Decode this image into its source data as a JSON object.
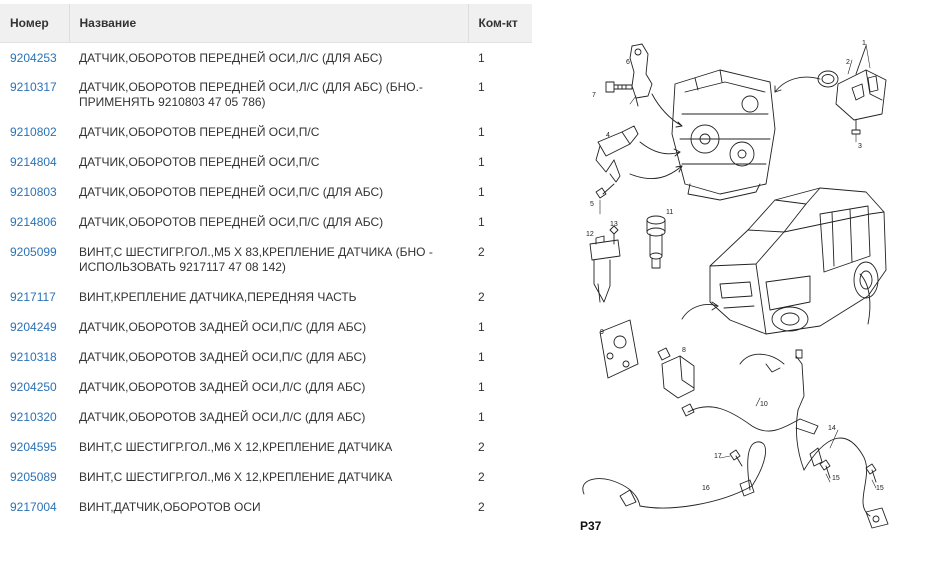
{
  "table": {
    "headers": {
      "number": "Номер",
      "name": "Название",
      "qty": "Ком-кт"
    },
    "rows": [
      {
        "number": "9204253",
        "name": "ДАТЧИК,ОБОРОТОВ ПЕРЕДНЕЙ ОСИ,Л/С (ДЛЯ АБС)",
        "qty": "1"
      },
      {
        "number": "9210317",
        "name": "ДАТЧИК,ОБОРОТОВ ПЕРЕДНЕЙ ОСИ,Л/С (ДЛЯ АБС) (БНО.-ПРИМЕНЯТЬ 9210803 47 05 786)",
        "qty": "1"
      },
      {
        "number": "9210802",
        "name": "ДАТЧИК,ОБОРОТОВ ПЕРЕДНЕЙ ОСИ,П/С",
        "qty": "1"
      },
      {
        "number": "9214804",
        "name": "ДАТЧИК,ОБОРОТОВ ПЕРЕДНЕЙ ОСИ,П/С",
        "qty": "1"
      },
      {
        "number": "9210803",
        "name": "ДАТЧИК,ОБОРОТОВ ПЕРЕДНЕЙ ОСИ,П/С (ДЛЯ АБС)",
        "qty": "1"
      },
      {
        "number": "9214806",
        "name": "ДАТЧИК,ОБОРОТОВ ПЕРЕДНЕЙ ОСИ,П/С (ДЛЯ АБС)",
        "qty": "1"
      },
      {
        "number": "9205099",
        "name": "ВИНТ,С ШЕСТИГР.ГОЛ.,М5 Х 83,КРЕПЛЕНИЕ ДАТЧИКА (БНО - ИСПОЛЬЗОВАТЬ 9217117 47 08 142)",
        "qty": "2"
      },
      {
        "number": "9217117",
        "name": "ВИНТ,КРЕПЛЕНИЕ ДАТЧИКА,ПЕРЕДНЯЯ ЧАСТЬ",
        "qty": "2"
      },
      {
        "number": "9204249",
        "name": "ДАТЧИК,ОБОРОТОВ ЗАДНЕЙ ОСИ,П/С (ДЛЯ АБС)",
        "qty": "1"
      },
      {
        "number": "9210318",
        "name": "ДАТЧИК,ОБОРОТОВ ЗАДНЕЙ ОСИ,П/С (ДЛЯ АБС)",
        "qty": "1"
      },
      {
        "number": "9204250",
        "name": "ДАТЧИК,ОБОРОТОВ ЗАДНЕЙ ОСИ,Л/С (ДЛЯ АБС)",
        "qty": "1"
      },
      {
        "number": "9210320",
        "name": "ДАТЧИК,ОБОРОТОВ ЗАДНЕЙ ОСИ,Л/С (ДЛЯ АБС)",
        "qty": "1"
      },
      {
        "number": "9204595",
        "name": "ВИНТ,С ШЕСТИГР.ГОЛ.,М6 Х 12,КРЕПЛЕНИЕ ДАТЧИКА",
        "qty": "2"
      },
      {
        "number": "9205089",
        "name": "ВИНТ,С ШЕСТИГР.ГОЛ.,М6 Х 12,КРЕПЛЕНИЕ ДАТЧИКА",
        "qty": "2"
      },
      {
        "number": "9217004",
        "name": "ВИНТ,ДАТЧИК,ОБОРОТОВ ОСИ",
        "qty": "2"
      }
    ]
  },
  "diagram": {
    "plate_label": "P37",
    "callouts": [
      "1",
      "2",
      "3",
      "4",
      "5",
      "6",
      "7",
      "8",
      "9",
      "10",
      "11",
      "12",
      "13",
      "14",
      "15",
      "15",
      "16",
      "17"
    ],
    "line_color": "#222222"
  }
}
